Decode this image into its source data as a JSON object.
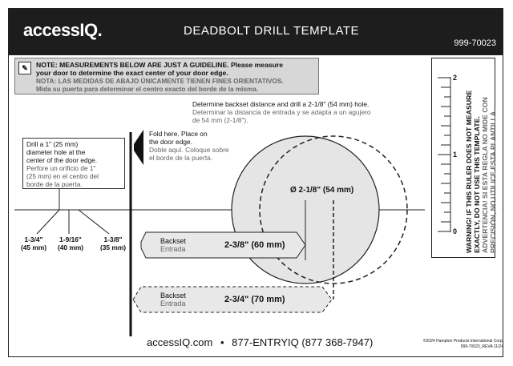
{
  "header": {
    "logo": "accessIQ.",
    "title": "DEADBOLT DRILL TEMPLATE",
    "part_number": "999-70023"
  },
  "note": {
    "icon": "note-icon",
    "en_1": "NOTE: MEASUREMENTS BELOW ARE JUST A GUIDELINE.  Please measure",
    "en_2": "your door to determine the exact center of your door edge.",
    "es_1": "NOTA: LAS MEDIDAS DE ABAJO ÚNICAMENTE TIENEN FINES ORIENTATIVOS.",
    "es_2": "Mida su puerta para determinar el centro exacto del borde de la misma."
  },
  "backset_note": {
    "en_1": "Determine backset distance and drill a  2-1/8\" (54 mm) hole.",
    "es_1": "Determinar la distancia de entrada y se adapta a un agujero",
    "es_2": "de 54 mm (2-1/8\")."
  },
  "fold_note": {
    "en_1": "Fold here.  Place on",
    "en_2": "the door edge.",
    "es_1": "Doble aquí.  Coloque sobre",
    "es_2": "el borde de la puerta."
  },
  "drill_note": {
    "en_1": "Drill a 1\" (25 mm)",
    "en_2": "diameter hole at the",
    "en_3": "center of the door edge.",
    "es_1": "Perfore un orificio de 1\"",
    "es_2": "(25 mm) en el centro del",
    "es_3": "borde de la puerta."
  },
  "thickness": [
    {
      "in": "1-3/4\"",
      "mm": "(45 mm)"
    },
    {
      "in": "1-9/16\"",
      "mm": "(40 mm)"
    },
    {
      "in": "1-3/8\"",
      "mm": "(35 mm)"
    }
  ],
  "hole_diameter": "Ø 2-1/8\" (54 mm)",
  "backset_60": {
    "label": "Backset",
    "label_es": "Entrada",
    "value": "2-3/8\" (60 mm)"
  },
  "backset_70": {
    "label": "Backset",
    "label_es": "Entrada",
    "value": "2-3/4\" (70 mm)"
  },
  "ruler": {
    "ticks": [
      "2",
      "1",
      "0"
    ],
    "warn_en_1": "WARNING! IF THIS RULER DOES NOT MEASURE",
    "warn_en_2": "EXACTLY, DO NOT USE THIS TEMPLATE.",
    "warn_es_1": "ADVERTENCIA! SI ESTA REGLA NO MIDE CON",
    "warn_es_2": "PRECISIÓN, NO UTILICE ESTA PLANTILLA."
  },
  "footer": {
    "website": "accessIQ.com",
    "sep": "•",
    "phone": "877-ENTRYIQ",
    "phone_num": "(877 368-7947)",
    "copyright": "©2024 Hampton Products International Corp.",
    "rev": "999-70023_REVA 11/24"
  },
  "colors": {
    "header_bg": "#1d1d1d",
    "note_bg": "#d7d7d7",
    "hole_fill": "#e5e5e5",
    "backset_fill": "#e8e8e8"
  }
}
